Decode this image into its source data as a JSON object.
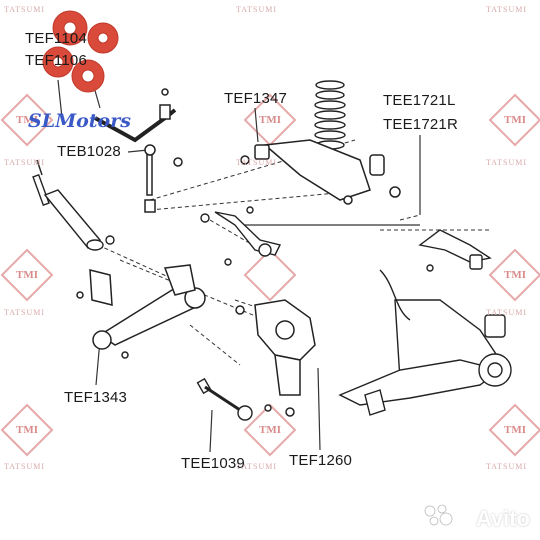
{
  "parts": {
    "tef1104": "TEF1104",
    "tef1106": "TEF1106",
    "teb1028": "TEB1028",
    "tef1347": "TEF1347",
    "tee1721l": "TEE1721L",
    "tee1721r": "TEE1721R",
    "tef1343": "TEF1343",
    "tee1039": "TEE1039",
    "tef1260": "TEF1260"
  },
  "watermarks": {
    "tmi": "TMI",
    "tatsumi": "TATSUMI",
    "seller": "SLMotors",
    "avito": "Avito"
  },
  "colors": {
    "watermark": "#d98a8a",
    "seller_logo": "#3a59c6",
    "gear": "#d94a3a",
    "line": "#333333"
  }
}
